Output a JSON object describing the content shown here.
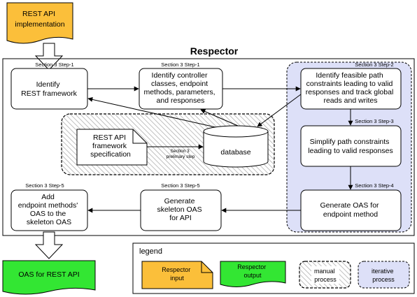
{
  "title": "Respector",
  "input_doc": {
    "lines": [
      "REST API",
      "implementation"
    ]
  },
  "output_doc": {
    "text": "OAS for REST API"
  },
  "boxes": {
    "identify_framework": {
      "lines": [
        "Identify",
        "REST framework"
      ]
    },
    "identify_controller": {
      "lines": [
        "Identify controller",
        "classes, endpoint",
        "methods, parameters,",
        "and responses"
      ]
    },
    "feasible_paths": {
      "lines": [
        "Identify feasible path",
        "constraints leading to valid",
        "responses and track global",
        "reads and writes"
      ]
    },
    "simplify": {
      "lines": [
        "Simplify path constraints",
        "leading to valid responses"
      ]
    },
    "generate_oas": {
      "lines": [
        "Generate OAS for",
        "endpoint method"
      ]
    },
    "skeleton_oas": {
      "lines": [
        "Generate",
        "skeleton OAS",
        "for API"
      ]
    },
    "add_methods": {
      "lines": [
        "Add",
        "endpoint methods'",
        "OAS to the",
        "skeleton OAS"
      ]
    },
    "framework_spec": {
      "lines": [
        "REST API",
        "framework",
        "specification"
      ]
    },
    "database": {
      "text": "database"
    }
  },
  "step_labels": {
    "step1_left": "Section 3 Step-1",
    "step1_mid": "Section 3 Step-1",
    "step2": "Section 3 Step-2",
    "step3": "Section 3 Step-3",
    "step4": "Section 3 Step-4",
    "step5_mid": "Section 3 Step-5",
    "step5_left": "Section 3 Step-5",
    "prelim": [
      "Section 3",
      "prelimary step"
    ]
  },
  "legend": {
    "title": "legend",
    "input": [
      "Respector",
      "input"
    ],
    "output": [
      "Respector",
      "output"
    ],
    "manual": [
      "manual",
      "process"
    ],
    "iterative": [
      "iterative",
      "process"
    ]
  },
  "colors": {
    "input_fill": "#fbbf3a",
    "output_fill": "#33e633",
    "iterative_fill": "#dde0f8",
    "hatch": "#b0b0b0"
  }
}
